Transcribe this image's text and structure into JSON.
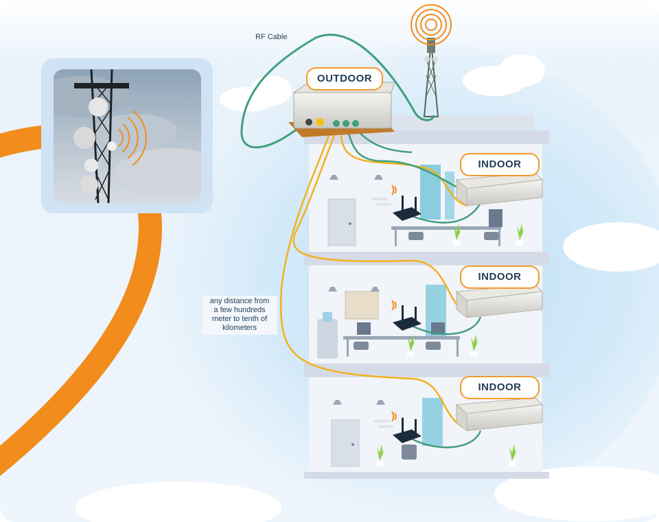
{
  "labels": {
    "outdoor": "OUTDOOR",
    "indoor_1": "INDOOR",
    "indoor_2": "INDOOR",
    "indoor_3": "INDOOR",
    "rf_cable": "RF Cable",
    "distance_line_1": "any distance from",
    "distance_line_2": "a few hundreds",
    "distance_line_3": "meter to tenth of",
    "distance_line_4": "kilometers"
  },
  "colors": {
    "accent_orange": "#f28c1c",
    "fiber_yellow": "#f2b11f",
    "rf_cable_green": "#3f9e7e",
    "label_text": "#1f3b55",
    "building_wall": "#eef1f6",
    "floor_slab": "#d5dbe6",
    "window_teal": "#6fc3d8"
  },
  "icons": {
    "tower": "cell-tower-icon",
    "router": "wifi-router-icon",
    "unit": "indoor-unit-icon",
    "outdoor_unit": "outdoor-unit-icon"
  }
}
